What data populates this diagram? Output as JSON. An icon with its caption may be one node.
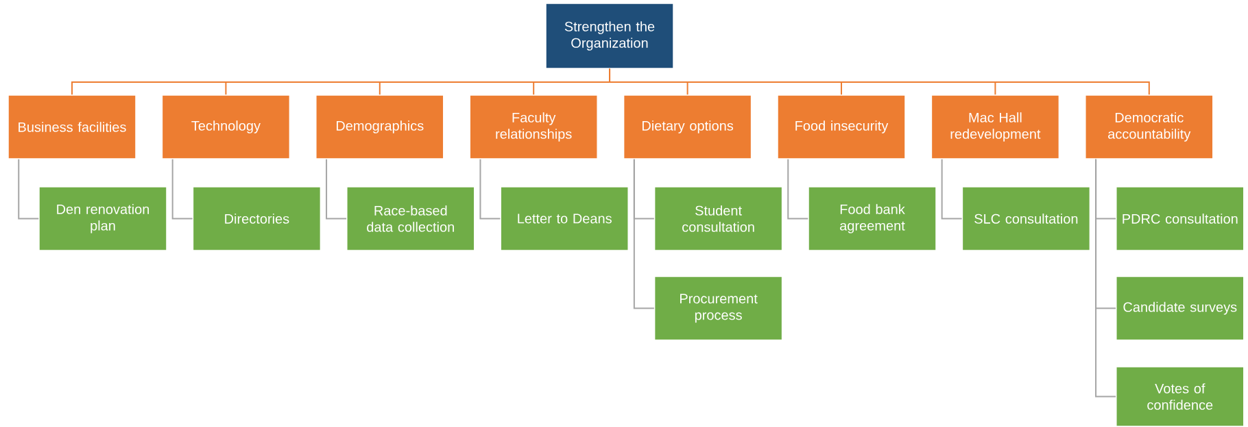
{
  "diagram": {
    "nodes": [
      {
        "text": [
          "Strengthen the Organization"
        ]
      },
      {
        "text": [
          "Business facilities"
        ]
      },
      {
        "text": [
          "Technology"
        ]
      },
      {
        "text": [
          "Demographics"
        ]
      },
      {
        "text": [
          "Faculty relationships"
        ]
      },
      {
        "text": [
          "Dietary options"
        ]
      },
      {
        "text": [
          "Food insecurity"
        ]
      },
      {
        "text": [
          "Mac Hall redevelopment"
        ]
      },
      {
        "text": [
          "Democratic accountability"
        ]
      },
      {
        "text": [
          "Den renovation plan"
        ]
      },
      {
        "text": [
          "Directories"
        ]
      },
      {
        "text": [
          "Race-based data collection"
        ]
      },
      {
        "text": [
          "Letter to Deans"
        ]
      },
      {
        "text": [
          "Student consultation"
        ]
      },
      {
        "text": [
          "Procurement process"
        ]
      },
      {
        "text": [
          "Food bank agreement"
        ]
      },
      {
        "text": [
          "SLC consultation"
        ]
      },
      {
        "text": [
          "PDRC consultation"
        ]
      },
      {
        "text": [
          "Candidate surveys"
        ]
      },
      {
        "text": [
          "Votes of confidence"
        ]
      }
    ],
    "edges": [
      {
        "from": 0,
        "to": 1,
        "arrow": "none",
        "color": "#ed7d31"
      },
      {
        "from": 0,
        "to": 2,
        "arrow": "none",
        "color": "#ed7d31"
      },
      {
        "from": 0,
        "to": 3,
        "arrow": "none",
        "color": "#ed7d31"
      },
      {
        "from": 0,
        "to": 4,
        "arrow": "none",
        "color": "#ed7d31"
      },
      {
        "from": 0,
        "to": 5,
        "arrow": "none",
        "color": "#ed7d31"
      },
      {
        "from": 0,
        "to": 6,
        "arrow": "none",
        "color": "#ed7d31"
      },
      {
        "from": 0,
        "to": 7,
        "arrow": "none",
        "color": "#ed7d31"
      },
      {
        "from": 0,
        "to": 8,
        "arrow": "none",
        "color": "#ed7d31"
      },
      {
        "from": 1,
        "to": 9,
        "arrow": "none"
      },
      {
        "from": 2,
        "to": 10,
        "arrow": "none"
      },
      {
        "from": 3,
        "to": 11,
        "arrow": "none"
      },
      {
        "from": 4,
        "to": 12,
        "arrow": "none"
      },
      {
        "from": 5,
        "to": 13,
        "arrow": "none"
      },
      {
        "from": 5,
        "to": 14,
        "arrow": "none"
      },
      {
        "from": 6,
        "to": 15,
        "arrow": "none"
      },
      {
        "from": 7,
        "to": 16,
        "arrow": "none"
      },
      {
        "from": 8,
        "to": 17,
        "arrow": "none"
      },
      {
        "from": 8,
        "to": 18,
        "arrow": "none"
      },
      {
        "from": 8,
        "to": 19,
        "arrow": "none"
      }
    ]
  }
}
